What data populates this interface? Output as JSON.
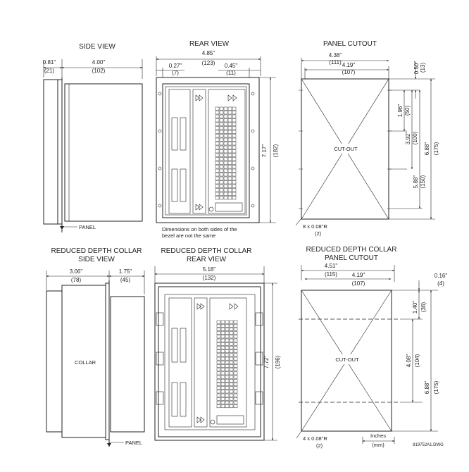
{
  "views": {
    "side_view": {
      "title": "SIDE VIEW",
      "dim_bezel": "0.81\"",
      "dim_bezel_mm": "(21)",
      "dim_depth": "4.00\"",
      "dim_depth_mm": "(102)",
      "panel_label": "PANEL"
    },
    "rear_view": {
      "title": "REAR VIEW",
      "dim_width": "4.85\"",
      "dim_width_mm": "(123)",
      "dim_left": "0.27\"",
      "dim_left_mm": "(7)",
      "dim_right": "0.45\"",
      "dim_right_mm": "(11)",
      "dim_height": "7.17\"",
      "dim_height_mm": "(182)",
      "note_line1": "Dimensions on both sides of the",
      "note_line2": "bezel are not the same"
    },
    "panel_cutout": {
      "title": "PANEL CUTOUT",
      "dim_outer_w": "4.38\"",
      "dim_outer_w_mm": "(111)",
      "dim_inner_w": "4.19\"",
      "dim_inner_w_mm": "(107)",
      "dim_top": "0.50\"",
      "dim_top_mm": "(13)",
      "dim_a": "1.96\"",
      "dim_a_mm": "(50)",
      "dim_b": "3.92\"",
      "dim_b_mm": "(100)",
      "dim_c": "5.88\"",
      "dim_c_mm": "(150)",
      "dim_height": "6.88\"",
      "dim_height_mm": "(175)",
      "cutout_label": "CUT-OUT",
      "holes": "8 x 0.08\"R",
      "holes_mm": "(2)"
    },
    "collar_side": {
      "title1": "REDUCED DEPTH COLLAR",
      "title2": "SIDE VIEW",
      "dim_a": "3.06\"",
      "dim_a_mm": "(78)",
      "dim_b": "1.75\"",
      "dim_b_mm": "(45)",
      "collar_label": "COLLAR",
      "panel_label": "PANEL"
    },
    "collar_rear": {
      "title1": "REDUCED DEPTH COLLAR",
      "title2": "REAR VIEW",
      "dim_width": "5.18\"",
      "dim_width_mm": "(132)",
      "dim_height": "7.72\"",
      "dim_height_mm": "(196)"
    },
    "collar_cutout": {
      "title1": "REDUCED DEPTH COLLAR",
      "title2": "PANEL CUTOUT",
      "dim_outer_w": "4.51\"",
      "dim_outer_w_mm": "(115)",
      "dim_inner_w": "4.19\"",
      "dim_inner_w_mm": "(107)",
      "dim_top": "0.16\"",
      "dim_top_mm": "(4)",
      "dim_a": "1.40\"",
      "dim_a_mm": "(36)",
      "dim_b": "4.08\"",
      "dim_b_mm": "(104)",
      "dim_height": "6.88\"",
      "dim_height_mm": "(175)",
      "cutout_label": "CUT-OUT",
      "holes": "4 x 0.08\"R",
      "holes_mm": "(2)"
    }
  },
  "legend": {
    "units_top": "Inches",
    "units_bottom": "(mm)"
  },
  "drawing_id": "819752A1.DWG"
}
